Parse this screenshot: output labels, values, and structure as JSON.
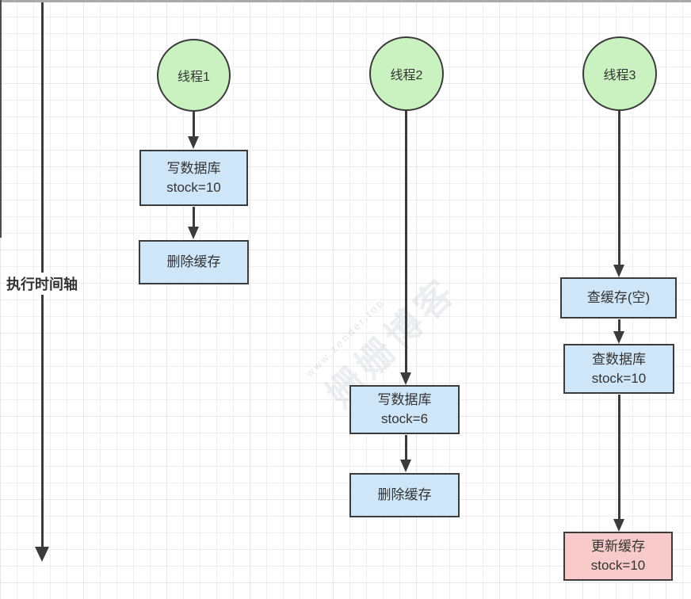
{
  "diagram": {
    "title_hint": "cache-db consistency timeline diagram",
    "timeline": {
      "label": "执行时间轴"
    },
    "threads": [
      {
        "label": "线程1",
        "steps": [
          {
            "text": "写数据库\nstock=10",
            "kind": "blue"
          },
          {
            "text": "删除缓存",
            "kind": "blue"
          }
        ]
      },
      {
        "label": "线程2",
        "steps": [
          {
            "text": "写数据库\nstock=6",
            "kind": "blue"
          },
          {
            "text": "删除缓存",
            "kind": "blue"
          }
        ]
      },
      {
        "label": "线程3",
        "steps": [
          {
            "text": "查缓存(空)",
            "kind": "blue"
          },
          {
            "text": "查数据库\nstock=10",
            "kind": "blue"
          },
          {
            "text": "更新缓存\nstock=10",
            "kind": "pink"
          }
        ]
      }
    ],
    "watermark": {
      "url": "www.zender.top",
      "cjk": "姗姗博客"
    },
    "colors": {
      "node_green": "#c9f2c0",
      "box_blue": "#cfe6f9",
      "box_pink": "#f9caca",
      "stroke": "#3b3b3b",
      "text": "#333333",
      "grid_line": "#efefef",
      "top_edge": "#a9a9a9"
    }
  }
}
